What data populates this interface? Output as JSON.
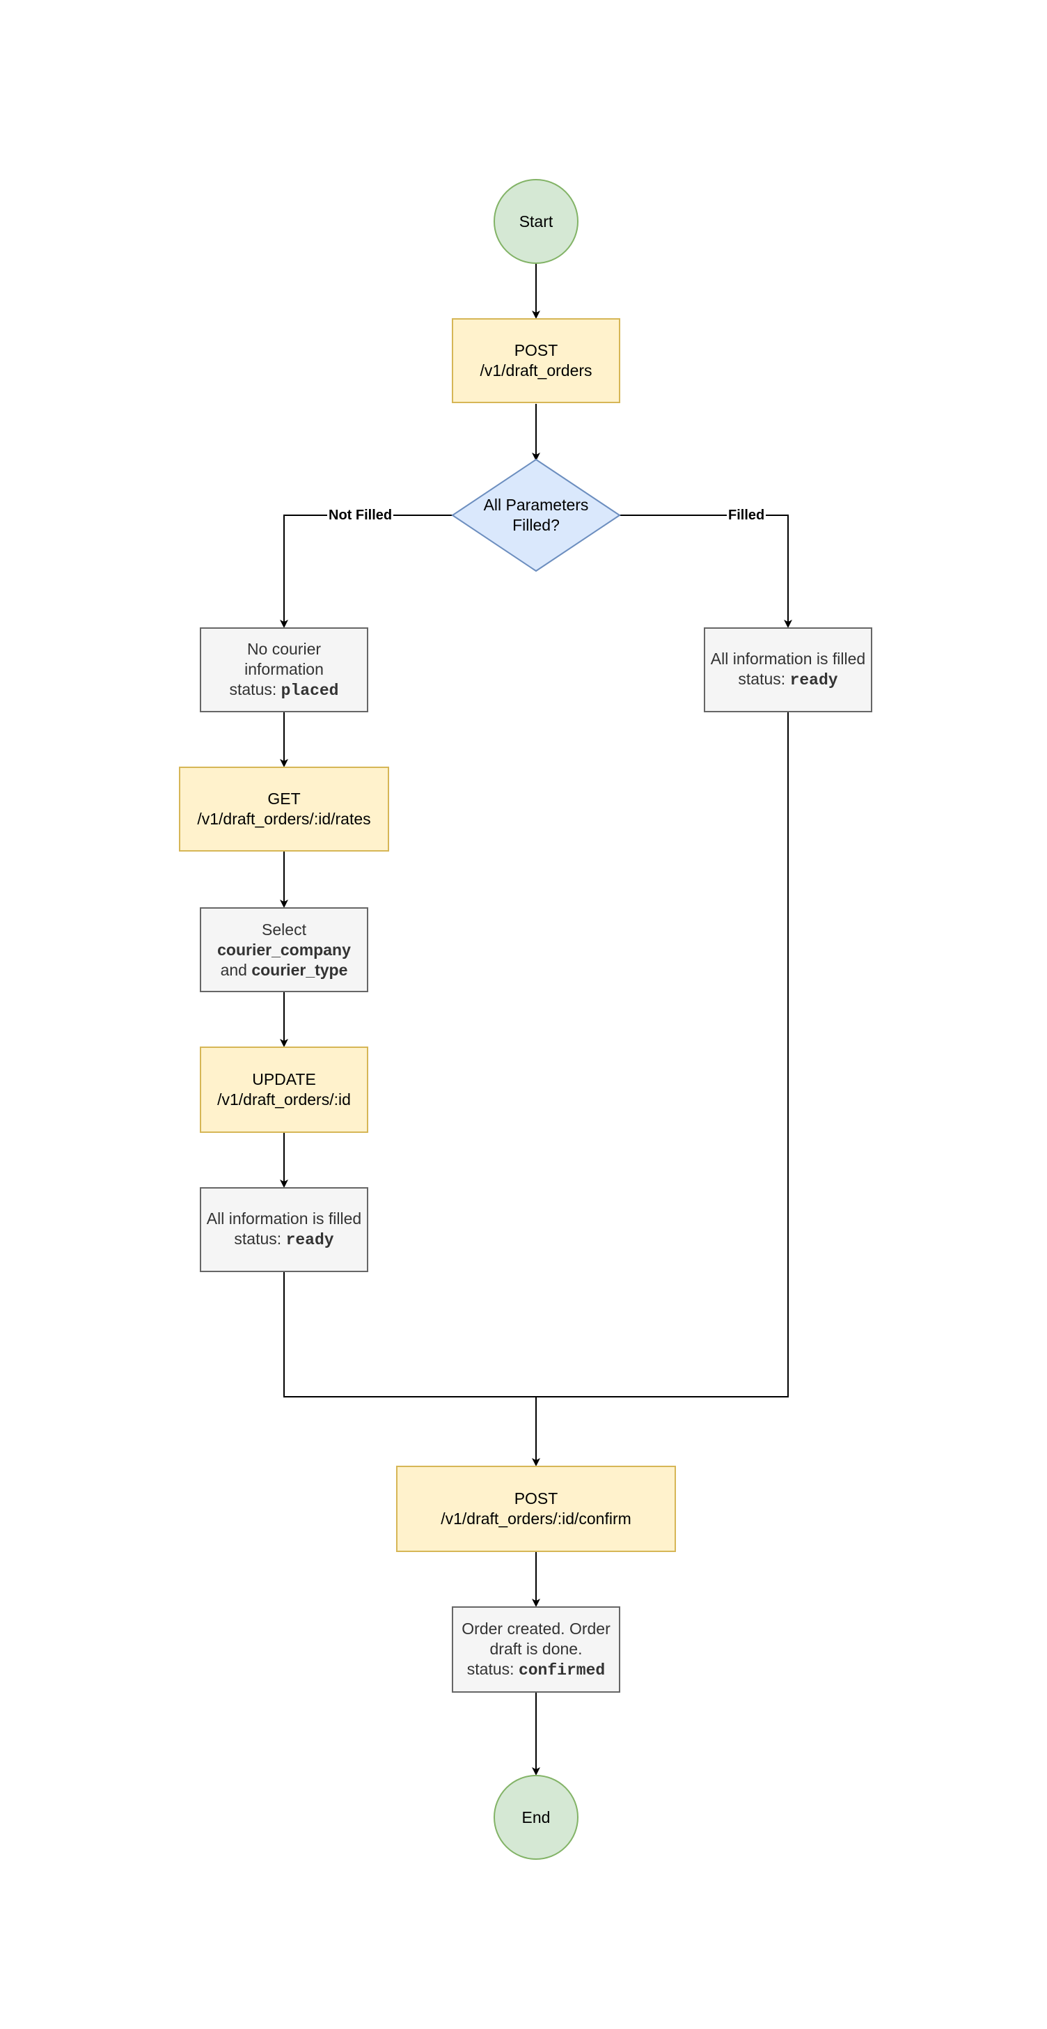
{
  "colors": {
    "terminal_fill": "#d5e8d4",
    "terminal_stroke": "#82b366",
    "api_fill": "#fff2cc",
    "api_stroke": "#d6b656",
    "decision_fill": "#dae8fc",
    "decision_stroke": "#6c8ebf",
    "status_fill": "#f5f5f5",
    "status_stroke": "#666666",
    "edge": "#000000"
  },
  "nodes": {
    "start": {
      "label": "Start"
    },
    "post_draft": {
      "line1": "POST",
      "line2": "/v1/draft_orders"
    },
    "decision": {
      "line1": "All Parameters",
      "line2": "Filled?"
    },
    "no_courier": {
      "line1": "No courier",
      "line2": "information",
      "status_prefix": "status: ",
      "status": "placed"
    },
    "get_rates": {
      "line1": "GET",
      "line2": "/v1/draft_orders/:id/rates"
    },
    "select": {
      "line1": "Select",
      "field1": "courier_company",
      "connector": "and ",
      "field2": "courier_type"
    },
    "update": {
      "line1": "UPDATE",
      "line2": "/v1/draft_orders/:id"
    },
    "filled_left": {
      "line1": "All information is filled",
      "status_prefix": "status: ",
      "status": "ready"
    },
    "filled_right": {
      "line1": "All information is filled",
      "status_prefix": "status: ",
      "status": "ready"
    },
    "confirm": {
      "line1": "POST",
      "line2": "/v1/draft_orders/:id/confirm"
    },
    "created": {
      "line1": "Order created. Order",
      "line2": "draft is done.",
      "status_prefix": "status: ",
      "status": "confirmed"
    },
    "end": {
      "label": "End"
    }
  },
  "edges": {
    "not_filled_label": "Not Filled",
    "filled_label": "Filled"
  }
}
